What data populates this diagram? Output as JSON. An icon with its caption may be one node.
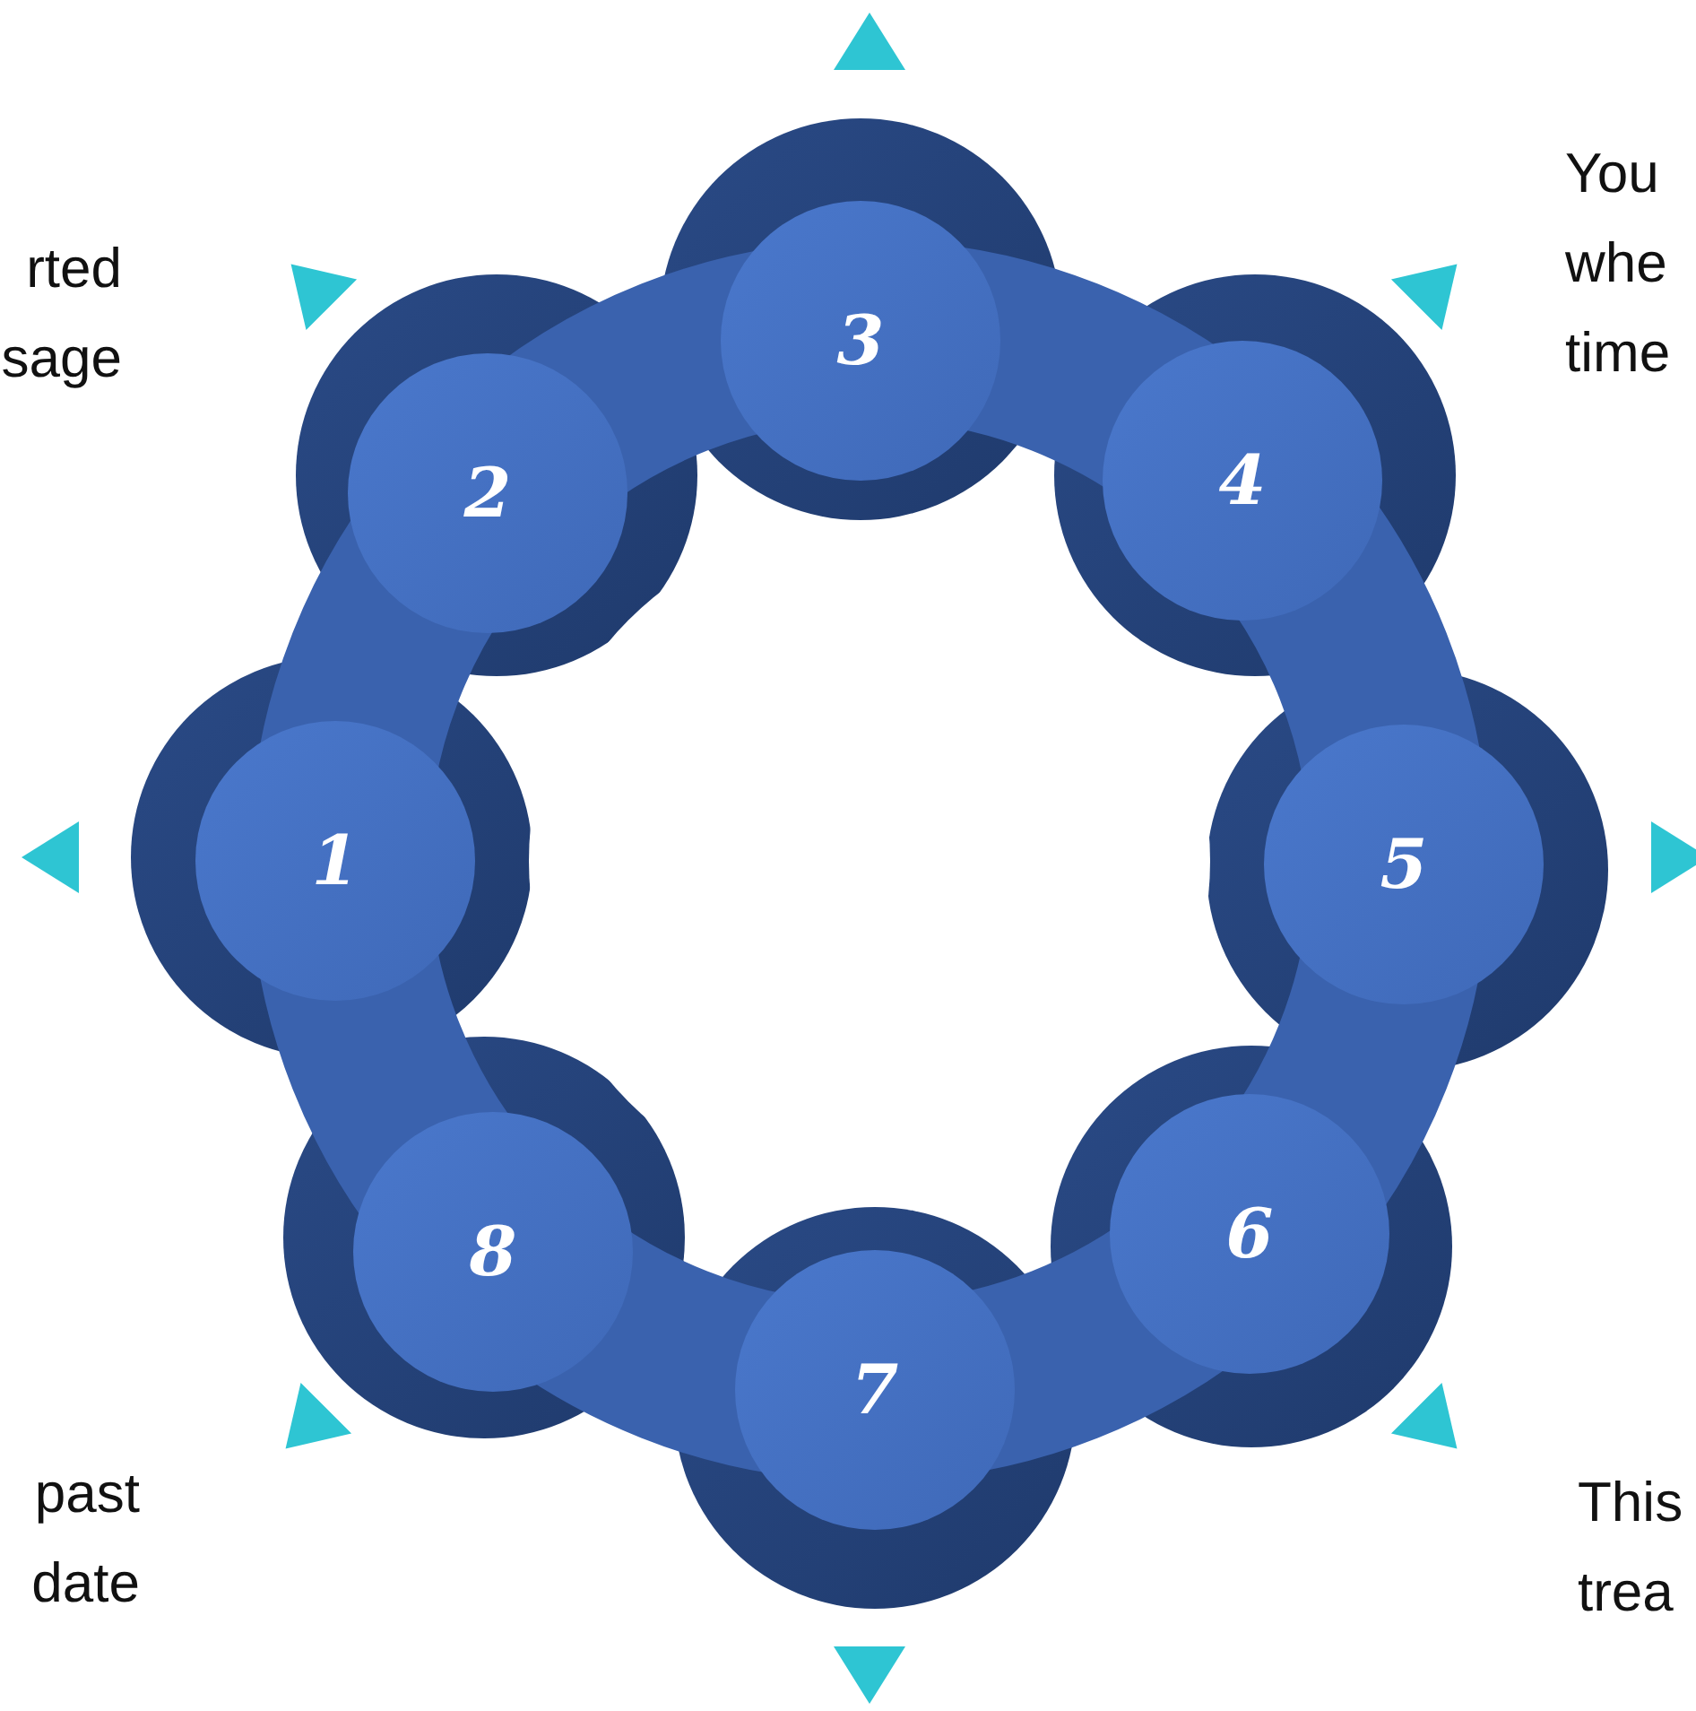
{
  "diagram": {
    "nodes": [
      {
        "text": [
          "1"
        ]
      },
      {
        "text": [
          "2"
        ]
      },
      {
        "text": [
          "3"
        ]
      },
      {
        "text": [
          "4"
        ]
      },
      {
        "text": [
          "5"
        ]
      },
      {
        "text": [
          "6"
        ]
      },
      {
        "text": [
          "7"
        ]
      },
      {
        "text": [
          "8"
        ]
      }
    ],
    "edges": [],
    "labels": [
      "rted sage",
      "You whe time",
      "past date",
      "This trea"
    ]
  }
}
